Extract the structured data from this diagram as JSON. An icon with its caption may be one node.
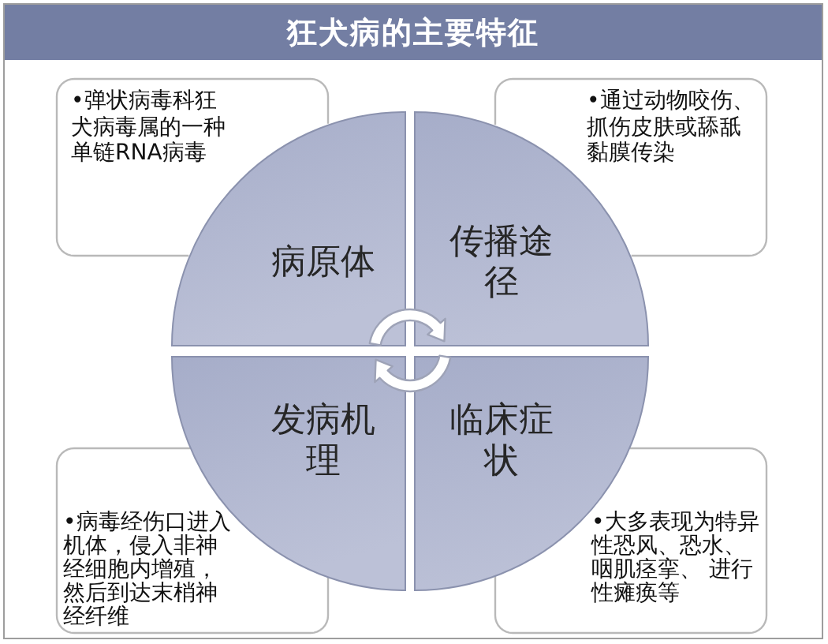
{
  "diagram": {
    "title": "狂犬病的主要特征",
    "nodes": [
      {
        "text": [
          "•弹状病毒科狂犬病毒属的一种单链RNA病毒"
        ]
      },
      {
        "text": [
          "•通过动物咬伤、抓伤皮肤或舔舐黏膜传染"
        ]
      },
      {
        "text": [
          "病原体"
        ]
      },
      {
        "text": [
          "传播途径"
        ]
      },
      {
        "text": [
          "发病机理"
        ]
      },
      {
        "text": [
          "临床症状"
        ]
      },
      {
        "text": [
          "•病毒经伤口进入机体，侵入非神经细胞内增殖，然后到达末梢神经纤维"
        ]
      },
      {
        "text": [
          "•大多表现为特异性恐风、恐水、咽肌痉挛、 进行性瘫痪等"
        ]
      }
    ]
  }
}
